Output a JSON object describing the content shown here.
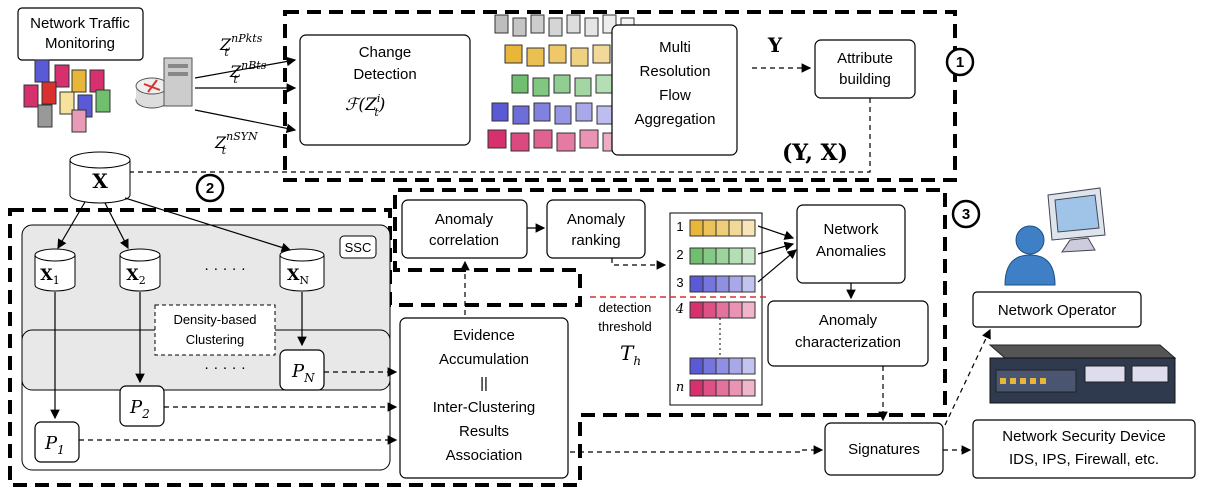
{
  "labels": {
    "monitoring_line1": "Network Traffic",
    "monitoring_line2": "Monitoring",
    "z_pkts": "Z",
    "z_pkts_sup": "nPkts",
    "z_bts_sup": "nBts",
    "z_syn_sup": "nSYN",
    "z_sub": "t",
    "change_line1": "Change",
    "change_line2": "Detection",
    "change_formula": "ℱ(Z",
    "change_formula_sup": "i",
    "change_formula_sub": "t",
    "multires_line1": "Multi",
    "multires_line2": "Resolution",
    "multires_line3": "Flow",
    "multires_line4": "Aggregation",
    "y_symbol": "Y",
    "attr_line1": "Attribute",
    "attr_line2": "building",
    "yx_symbol": "(Y, X)",
    "x_symbol": "X",
    "x1": "X",
    "x1_sub": "1",
    "x2": "X",
    "x2_sub": "2",
    "xn": "X",
    "xn_sub": "N",
    "dots": "· · · · ·",
    "ssc": "SSC",
    "density_line1": "Density-based",
    "density_line2": "Clustering",
    "p1": "P",
    "p1_sub": "1",
    "p2": "P",
    "p2_sub": "2",
    "pn": "P",
    "pn_sub": "N",
    "evidence_line1": "Evidence",
    "evidence_line2": "Accumulation",
    "evidence_line3": "||",
    "evidence_line4": "Inter-Clustering",
    "evidence_line5": "Results",
    "evidence_line6": "Association",
    "corr_line1": "Anomaly",
    "corr_line2": "correlation",
    "rank_line1": "Anomaly",
    "rank_line2": "ranking",
    "rank_1": "1",
    "rank_2": "2",
    "rank_3": "3",
    "rank_4": "4",
    "rank_n": "n",
    "threshold_line1": "detection",
    "threshold_line2": "threshold",
    "threshold_symbol": "T",
    "threshold_sub": "h",
    "netanom_line1": "Network",
    "netanom_line2": "Anomalies",
    "charact_line1": "Anomaly",
    "charact_line2": "characterization",
    "signatures": "Signatures",
    "operator": "Network Operator",
    "secdev_line1": "Network Security Device",
    "secdev_line2": "IDS, IPS, Firewall, etc.",
    "step1": "1",
    "step2": "2",
    "step3": "3"
  },
  "colors": {
    "yellow": "#e8b73a",
    "green": "#6fbf6f",
    "blue": "#5a5ad6",
    "pink": "#d6306f",
    "gray": "#bdbdbd",
    "ssc_fill": "#e8e8e8",
    "threshold_line": "#d93030"
  }
}
